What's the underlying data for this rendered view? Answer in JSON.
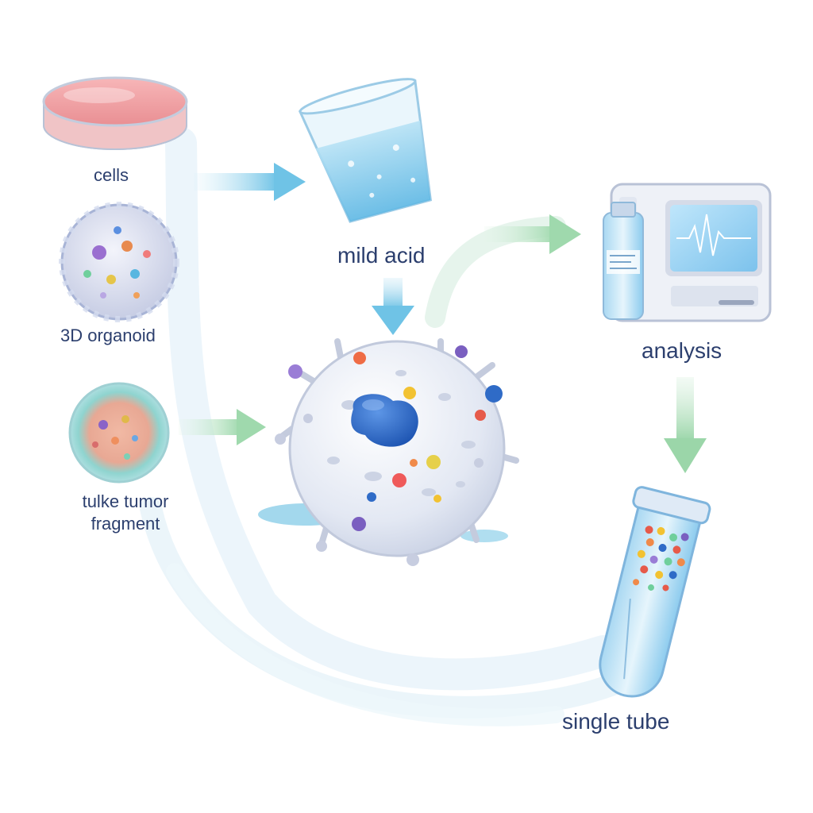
{
  "labels": {
    "cells": "cells",
    "organoid": "3D organoid",
    "fragment": "tulke tumor fragment",
    "acid": "mild acid",
    "analysis": "analysis",
    "tube": "single tube"
  },
  "colors": {
    "text": "#2c3f6e",
    "arrow_blue": "#7cc8e6",
    "arrow_green": "#a6dcb4",
    "cell_body": "#e8ecf6",
    "nucleus": "#2f6bc7",
    "liquid": "#8fd0ee"
  },
  "icons": [
    "petri-dish-icon",
    "organoid-icon",
    "tumor-fragment-icon",
    "beaker-icon",
    "cell-icon",
    "analyzer-icon",
    "test-tube-icon"
  ]
}
